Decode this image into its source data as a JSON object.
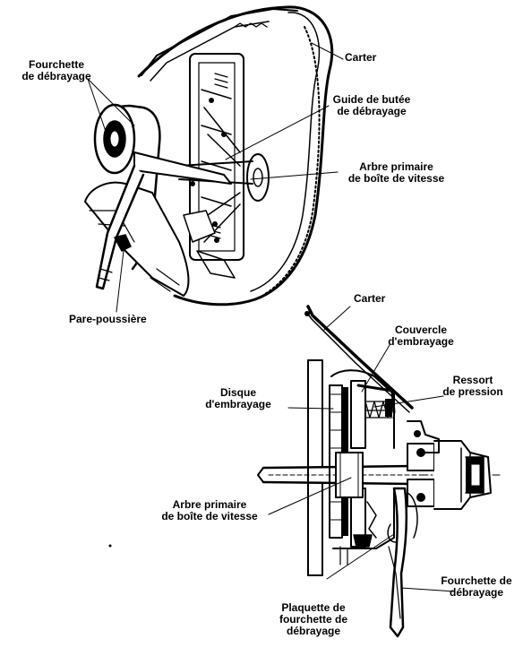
{
  "labels": {
    "top_fork": "Fourchette\nde débrayage",
    "top_carter": "Carter",
    "top_guide": "Guide de butée\nde débrayage",
    "top_shaft": "Arbre primaire\nde boîte de vitesse",
    "dust_boot": "Pare-poussière",
    "bottom_carter": "Carter",
    "clutch_cover": "Couvercle\nd'embrayage",
    "pressure_spring": "Ressort\nde pression",
    "clutch_disc": "Disque\nd'embrayage",
    "bottom_shaft": "Arbre primaire\nde boîte de vitesse",
    "bottom_fork": "Fourchette de\ndébrayage",
    "fork_plate": "Plaquette de\nfourchette de\ndébrayage"
  }
}
